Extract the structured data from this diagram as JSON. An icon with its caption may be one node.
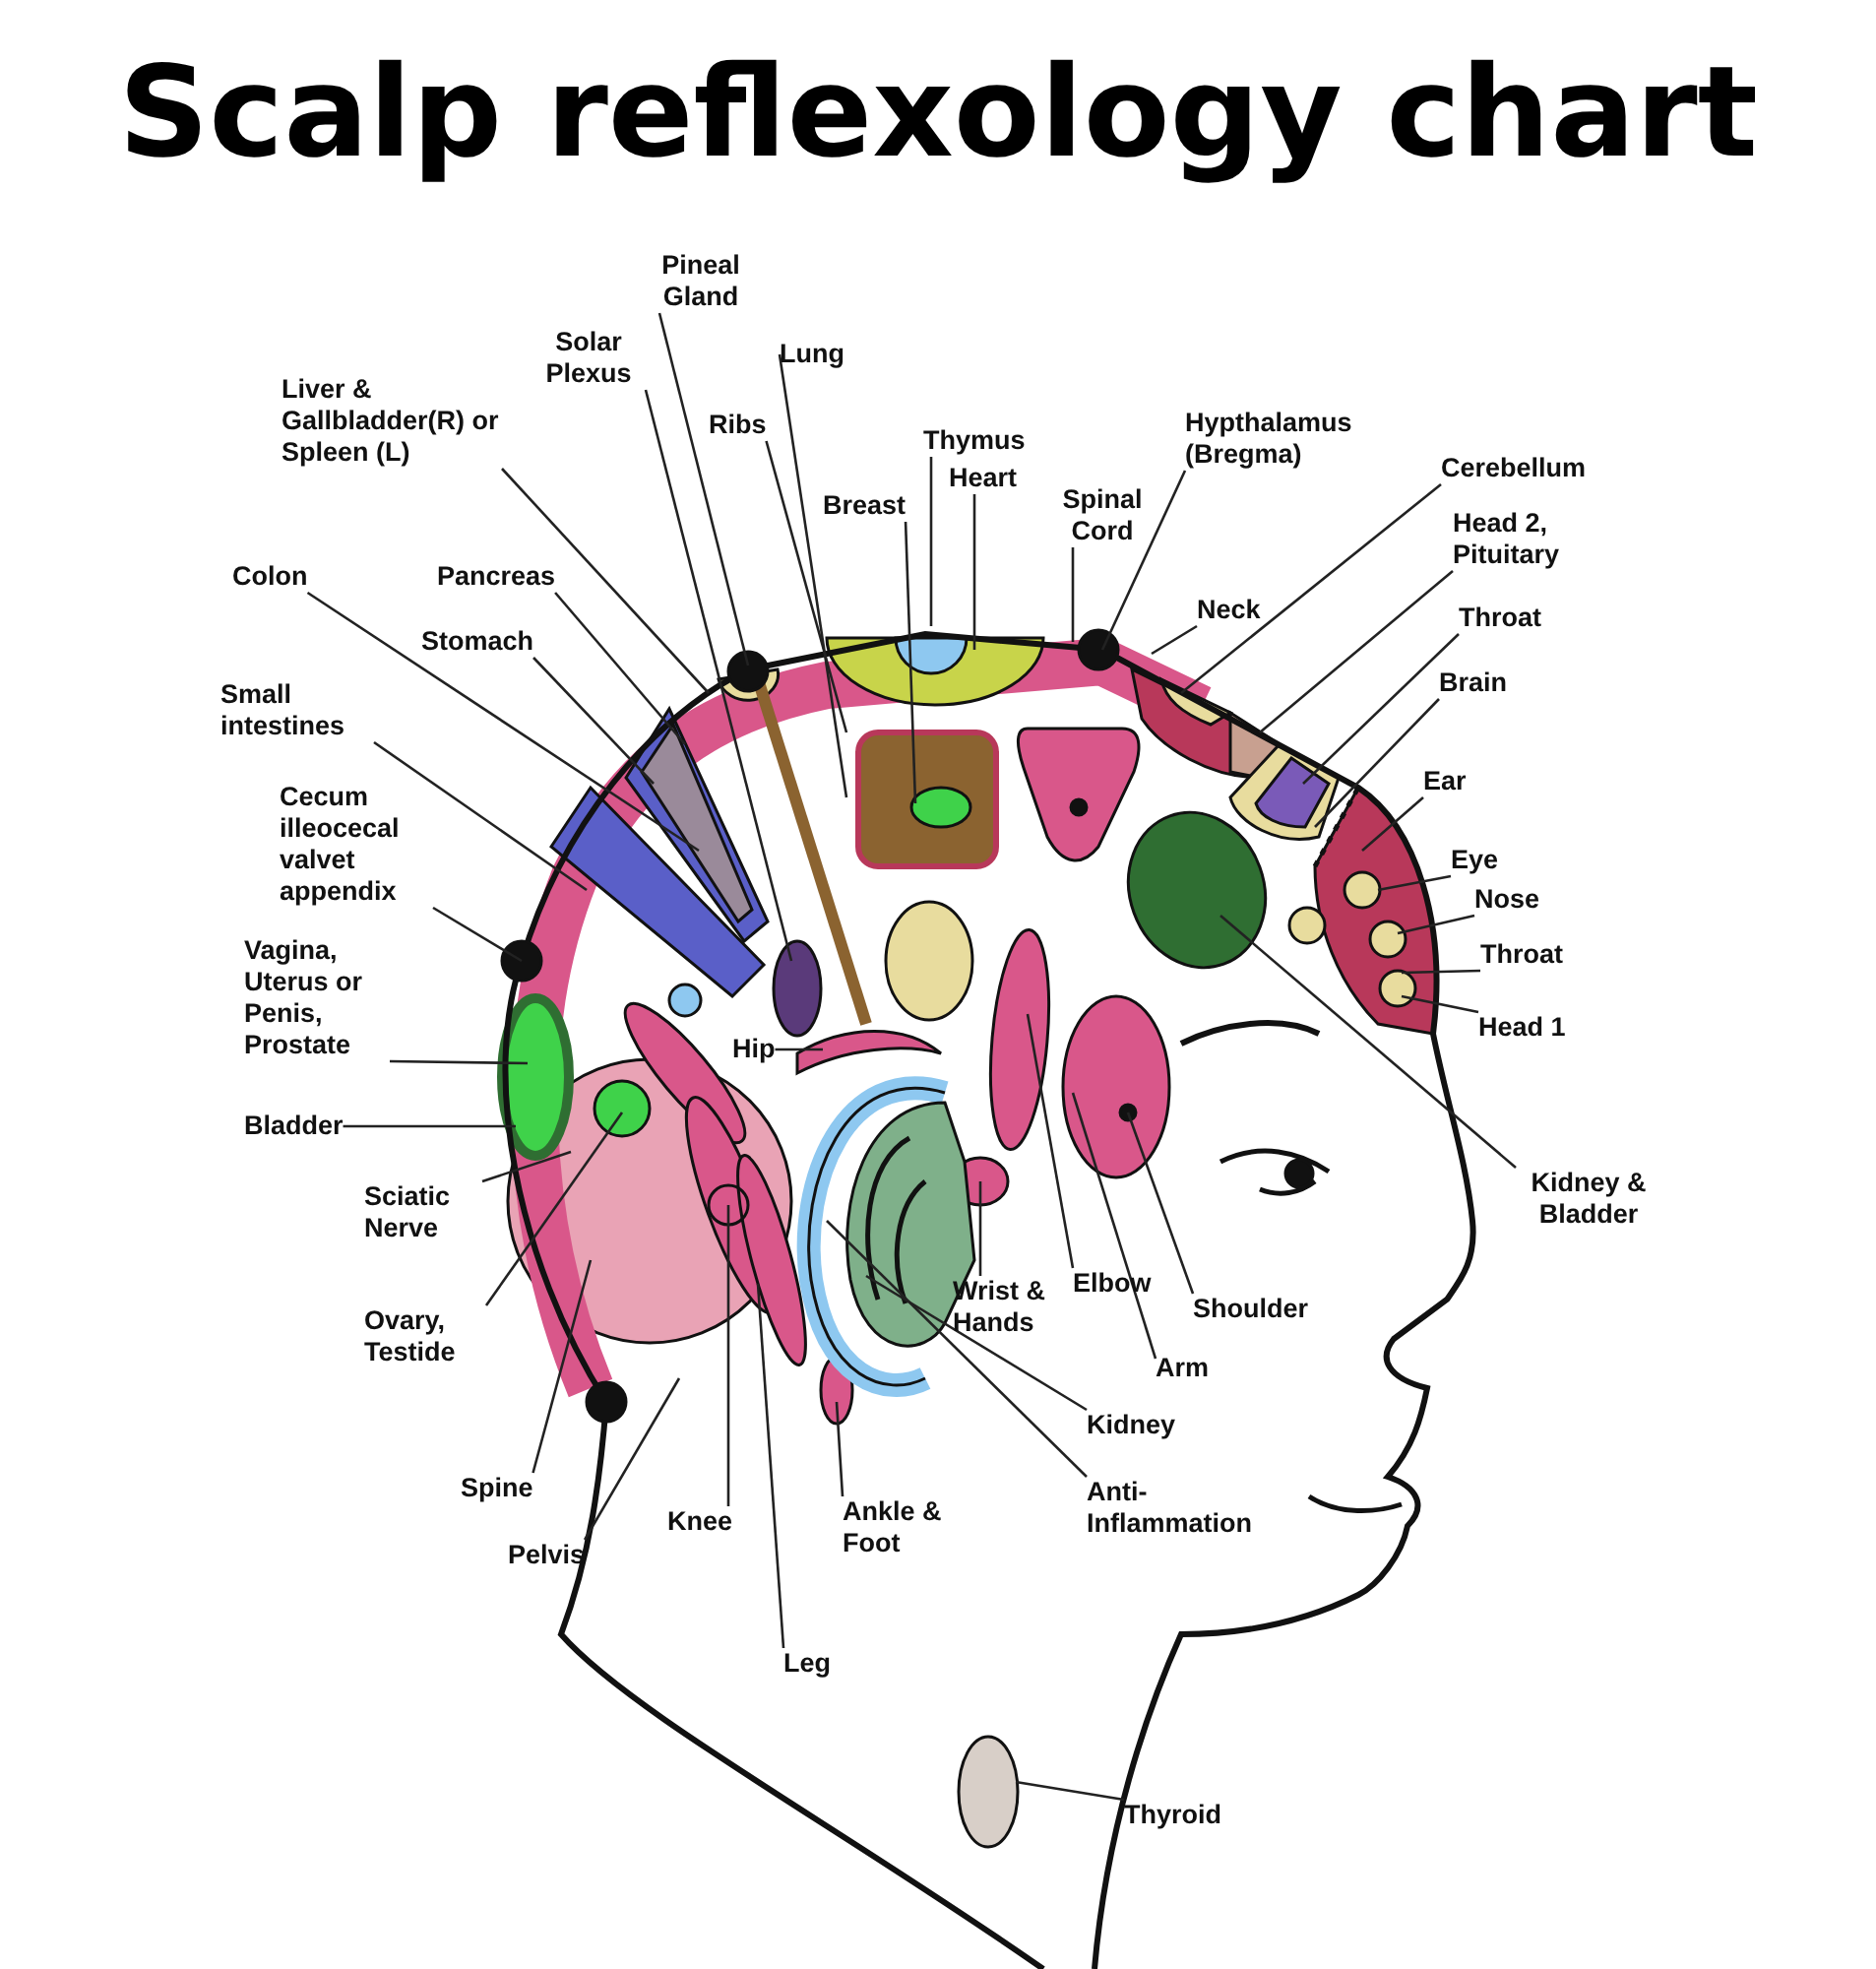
{
  "diagram": {
    "title": "Scalp reflexology chart",
    "nodes": [
      {
        "text": [
          "Pineal Gland"
        ]
      },
      {
        "text": [
          "Solar Plexus"
        ]
      },
      {
        "text": [
          "Liver & Gallbladder(R) or Spleen (L)"
        ]
      },
      {
        "text": [
          "Lung"
        ]
      },
      {
        "text": [
          "Ribs"
        ]
      },
      {
        "text": [
          "Thymus"
        ]
      },
      {
        "text": [
          "Hypthalamus (Bregma)"
        ]
      },
      {
        "text": [
          "Breast"
        ]
      },
      {
        "text": [
          "Heart"
        ]
      },
      {
        "text": [
          "Spinal Cord"
        ]
      },
      {
        "text": [
          "Cerebellum"
        ]
      },
      {
        "text": [
          "Head 2, Pituitary"
        ]
      },
      {
        "text": [
          "Colon"
        ]
      },
      {
        "text": [
          "Pancreas"
        ]
      },
      {
        "text": [
          "Neck"
        ]
      },
      {
        "text": [
          "Throat"
        ]
      },
      {
        "text": [
          "Stomach"
        ]
      },
      {
        "text": [
          "Brain"
        ]
      },
      {
        "text": [
          "Small intestines"
        ]
      },
      {
        "text": [
          "Ear"
        ]
      },
      {
        "text": [
          "Cecum illeocecal valvet appendix"
        ]
      },
      {
        "text": [
          "Eye"
        ]
      },
      {
        "text": [
          "Nose"
        ]
      },
      {
        "text": [
          "Throat"
        ]
      },
      {
        "text": [
          "Vagina, Uterus or Penis, Prostate"
        ]
      },
      {
        "text": [
          "Head 1"
        ]
      },
      {
        "text": [
          "Hip"
        ]
      },
      {
        "text": [
          "Bladder"
        ]
      },
      {
        "text": [
          "Sciatic Nerve"
        ]
      },
      {
        "text": [
          "Kidney & Bladder"
        ]
      },
      {
        "text": [
          "Wrist & Hands"
        ]
      },
      {
        "text": [
          "Elbow"
        ]
      },
      {
        "text": [
          "Shoulder"
        ]
      },
      {
        "text": [
          "Ovary, Testide"
        ]
      },
      {
        "text": [
          "Arm"
        ]
      },
      {
        "text": [
          "Kidney"
        ]
      },
      {
        "text": [
          "Spine"
        ]
      },
      {
        "text": [
          "Anti-Inflammation"
        ]
      },
      {
        "text": [
          "Ankle & Foot"
        ]
      },
      {
        "text": [
          "Knee"
        ]
      },
      {
        "text": [
          "Pelvis"
        ]
      },
      {
        "text": [
          "Leg"
        ]
      },
      {
        "text": [
          "Thyroid"
        ]
      }
    ],
    "edges": [
      {
        "from": 0,
        "to": null,
        "arrow": "none"
      },
      {
        "from": 1,
        "to": null,
        "arrow": "none"
      },
      {
        "from": 2,
        "to": null,
        "arrow": "none"
      },
      {
        "from": 3,
        "to": null,
        "arrow": "none"
      },
      {
        "from": 4,
        "to": null,
        "arrow": "none"
      },
      {
        "from": 5,
        "to": null,
        "arrow": "none"
      },
      {
        "from": 6,
        "to": null,
        "arrow": "none"
      },
      {
        "from": 7,
        "to": null,
        "arrow": "none"
      },
      {
        "from": 8,
        "to": null,
        "arrow": "none"
      },
      {
        "from": 9,
        "to": null,
        "arrow": "none"
      },
      {
        "from": 10,
        "to": null,
        "arrow": "none"
      },
      {
        "from": 11,
        "to": null,
        "arrow": "none"
      },
      {
        "from": 12,
        "to": null,
        "arrow": "none"
      },
      {
        "from": 13,
        "to": null,
        "arrow": "none"
      },
      {
        "from": 14,
        "to": null,
        "arrow": "none"
      },
      {
        "from": 15,
        "to": null,
        "arrow": "none"
      },
      {
        "from": 16,
        "to": null,
        "arrow": "none"
      },
      {
        "from": 17,
        "to": null,
        "arrow": "none"
      },
      {
        "from": 18,
        "to": null,
        "arrow": "none"
      },
      {
        "from": 19,
        "to": null,
        "arrow": "none"
      },
      {
        "from": 20,
        "to": null,
        "arrow": "none"
      },
      {
        "from": 21,
        "to": null,
        "arrow": "none"
      },
      {
        "from": 22,
        "to": null,
        "arrow": "none"
      },
      {
        "from": 23,
        "to": null,
        "arrow": "none"
      },
      {
        "from": 24,
        "to": null,
        "arrow": "none"
      },
      {
        "from": 25,
        "to": null,
        "arrow": "none"
      },
      {
        "from": 26,
        "to": null,
        "arrow": "none"
      },
      {
        "from": 27,
        "to": null,
        "arrow": "none"
      },
      {
        "from": 28,
        "to": null,
        "arrow": "none"
      },
      {
        "from": 29,
        "to": null,
        "arrow": "none"
      },
      {
        "from": 30,
        "to": null,
        "arrow": "none"
      },
      {
        "from": 31,
        "to": null,
        "arrow": "none"
      },
      {
        "from": 32,
        "to": null,
        "arrow": "none"
      },
      {
        "from": 33,
        "to": null,
        "arrow": "none"
      },
      {
        "from": 34,
        "to": null,
        "arrow": "none"
      },
      {
        "from": 35,
        "to": null,
        "arrow": "none"
      },
      {
        "from": 36,
        "to": null,
        "arrow": "none"
      },
      {
        "from": 37,
        "to": null,
        "arrow": "none"
      },
      {
        "from": 38,
        "to": null,
        "arrow": "none"
      },
      {
        "from": 39,
        "to": null,
        "arrow": "none"
      },
      {
        "from": 40,
        "to": null,
        "arrow": "none"
      },
      {
        "from": 41,
        "to": null,
        "arrow": "none"
      },
      {
        "from": 42,
        "to": null,
        "arrow": "none"
      }
    ]
  }
}
